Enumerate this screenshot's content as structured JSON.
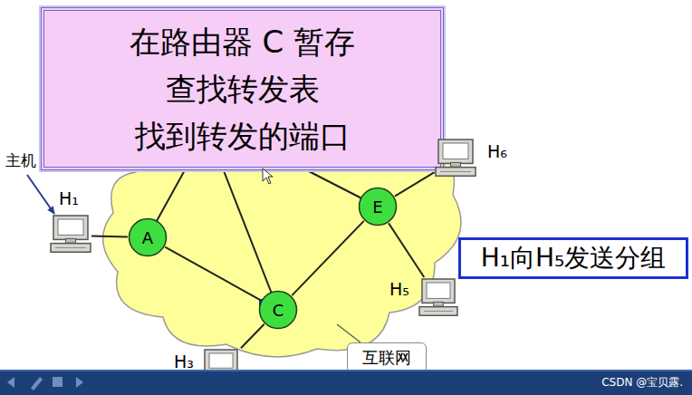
{
  "diagram": {
    "nodes": [
      {
        "text": [
          "在路由器 C 暂存",
          "查找转发表",
          "找到转发的端口"
        ]
      },
      {
        "text": [
          "H₆"
        ]
      },
      {
        "text": [
          "H₁"
        ]
      },
      {
        "text": [
          "E"
        ]
      },
      {
        "text": [
          "A"
        ]
      },
      {
        "text": [
          "H₁向H₅发送分组"
        ]
      },
      {
        "text": [
          "H₅"
        ]
      },
      {
        "text": [
          "C"
        ]
      },
      {
        "text": [
          "H₃"
        ]
      },
      {
        "text": [
          "互联网"
        ]
      }
    ],
    "edges": [
      {
        "from": 2,
        "to": 4,
        "arrow": "none"
      },
      {
        "from": 4,
        "to": 7,
        "arrow": "none"
      },
      {
        "from": 7,
        "to": 3,
        "arrow": "none"
      },
      {
        "from": 7,
        "to": 8,
        "arrow": "none"
      },
      {
        "from": 3,
        "to": 6,
        "arrow": "none"
      },
      {
        "from": 3,
        "to": 1,
        "arrow": "none"
      }
    ],
    "labels": [
      "主机",
      "CSDN @宝贝露."
    ]
  }
}
